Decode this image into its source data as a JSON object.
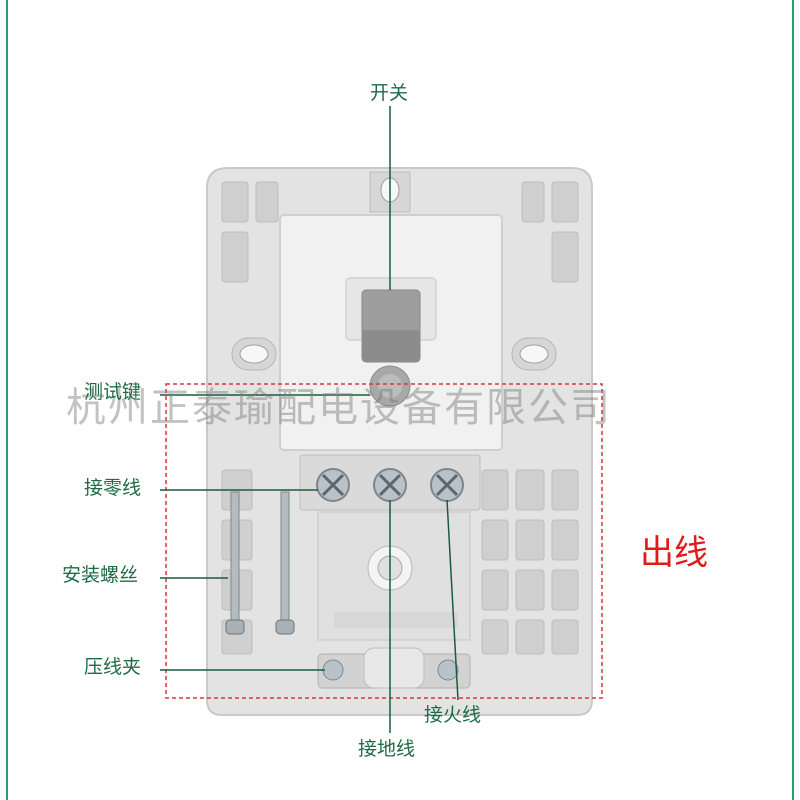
{
  "colors": {
    "label_text": "#1f6b47",
    "leader_line": "#1a5c3d",
    "outlet_text": "#e01a1a",
    "dashed_box": "#d9363e",
    "frame_line": "#2a9d6a",
    "housing": "#e3e3e3",
    "switch_body": "#f1f1f1",
    "toggle": "#9e9e9e"
  },
  "labels": {
    "switch": "开关",
    "test_key": "测试键",
    "neutral_terminal": "接零线",
    "mounting_screw": "安装螺丝",
    "wire_clamp": "压线夹",
    "live_terminal": "接火线",
    "ground_terminal": "接地线",
    "outlet": "出线"
  },
  "watermark": "杭州正泰瑜配电设备有限公司",
  "icons": [
    "screw-terminal-icon",
    "mounting-screw-icon",
    "toggle-switch-icon"
  ]
}
